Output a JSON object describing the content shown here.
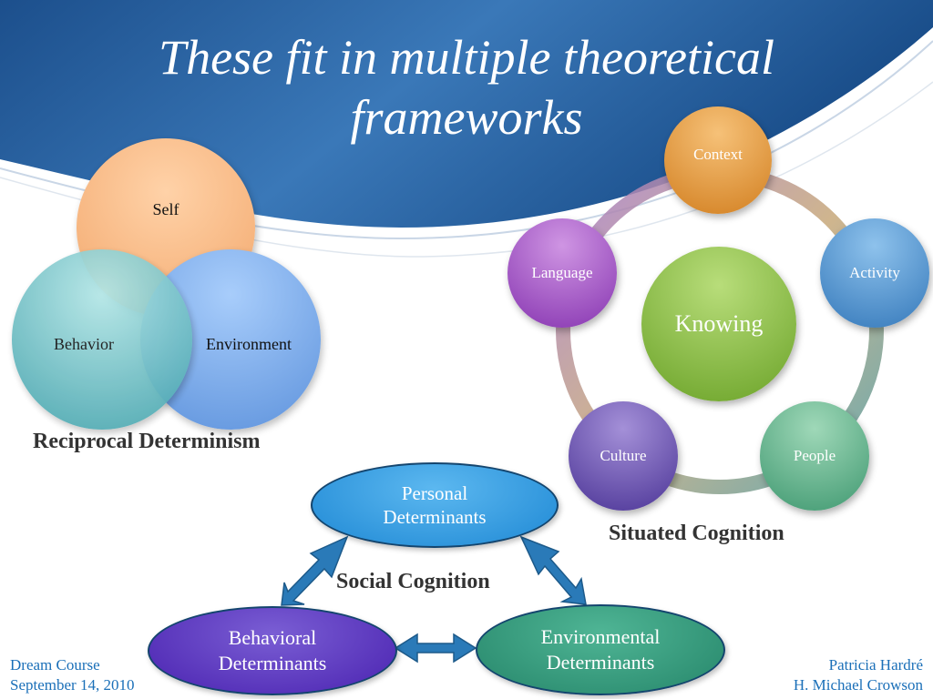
{
  "title": {
    "line1": "These fit in multiple theoretical",
    "line2": "frameworks"
  },
  "reciprocal": {
    "self": "Self",
    "behavior": "Behavior",
    "environment": "Environment",
    "caption": "Reciprocal Determinism"
  },
  "situated": {
    "center": "Knowing",
    "nodes": [
      "Context",
      "Activity",
      "People",
      "Culture",
      "Language"
    ],
    "caption": "Situated Cognition"
  },
  "social": {
    "personal": [
      "Personal",
      "Determinants"
    ],
    "behavioral": [
      "Behavioral",
      "Determinants"
    ],
    "environmental": [
      "Environmental",
      "Determinants"
    ],
    "caption": "Social Cognition"
  },
  "footer": {
    "left_line1": "Dream Course",
    "left_line2": "September 14, 2010",
    "right_line1": "Patricia Hardré",
    "right_line2": "H. Michael Crowson"
  },
  "colors": {
    "header_blue": "#1f5d9c",
    "personal": "#2196e0",
    "behavioral": "#5530b8",
    "environmental": "#2a9474",
    "arrow": "#2a7ab8"
  }
}
